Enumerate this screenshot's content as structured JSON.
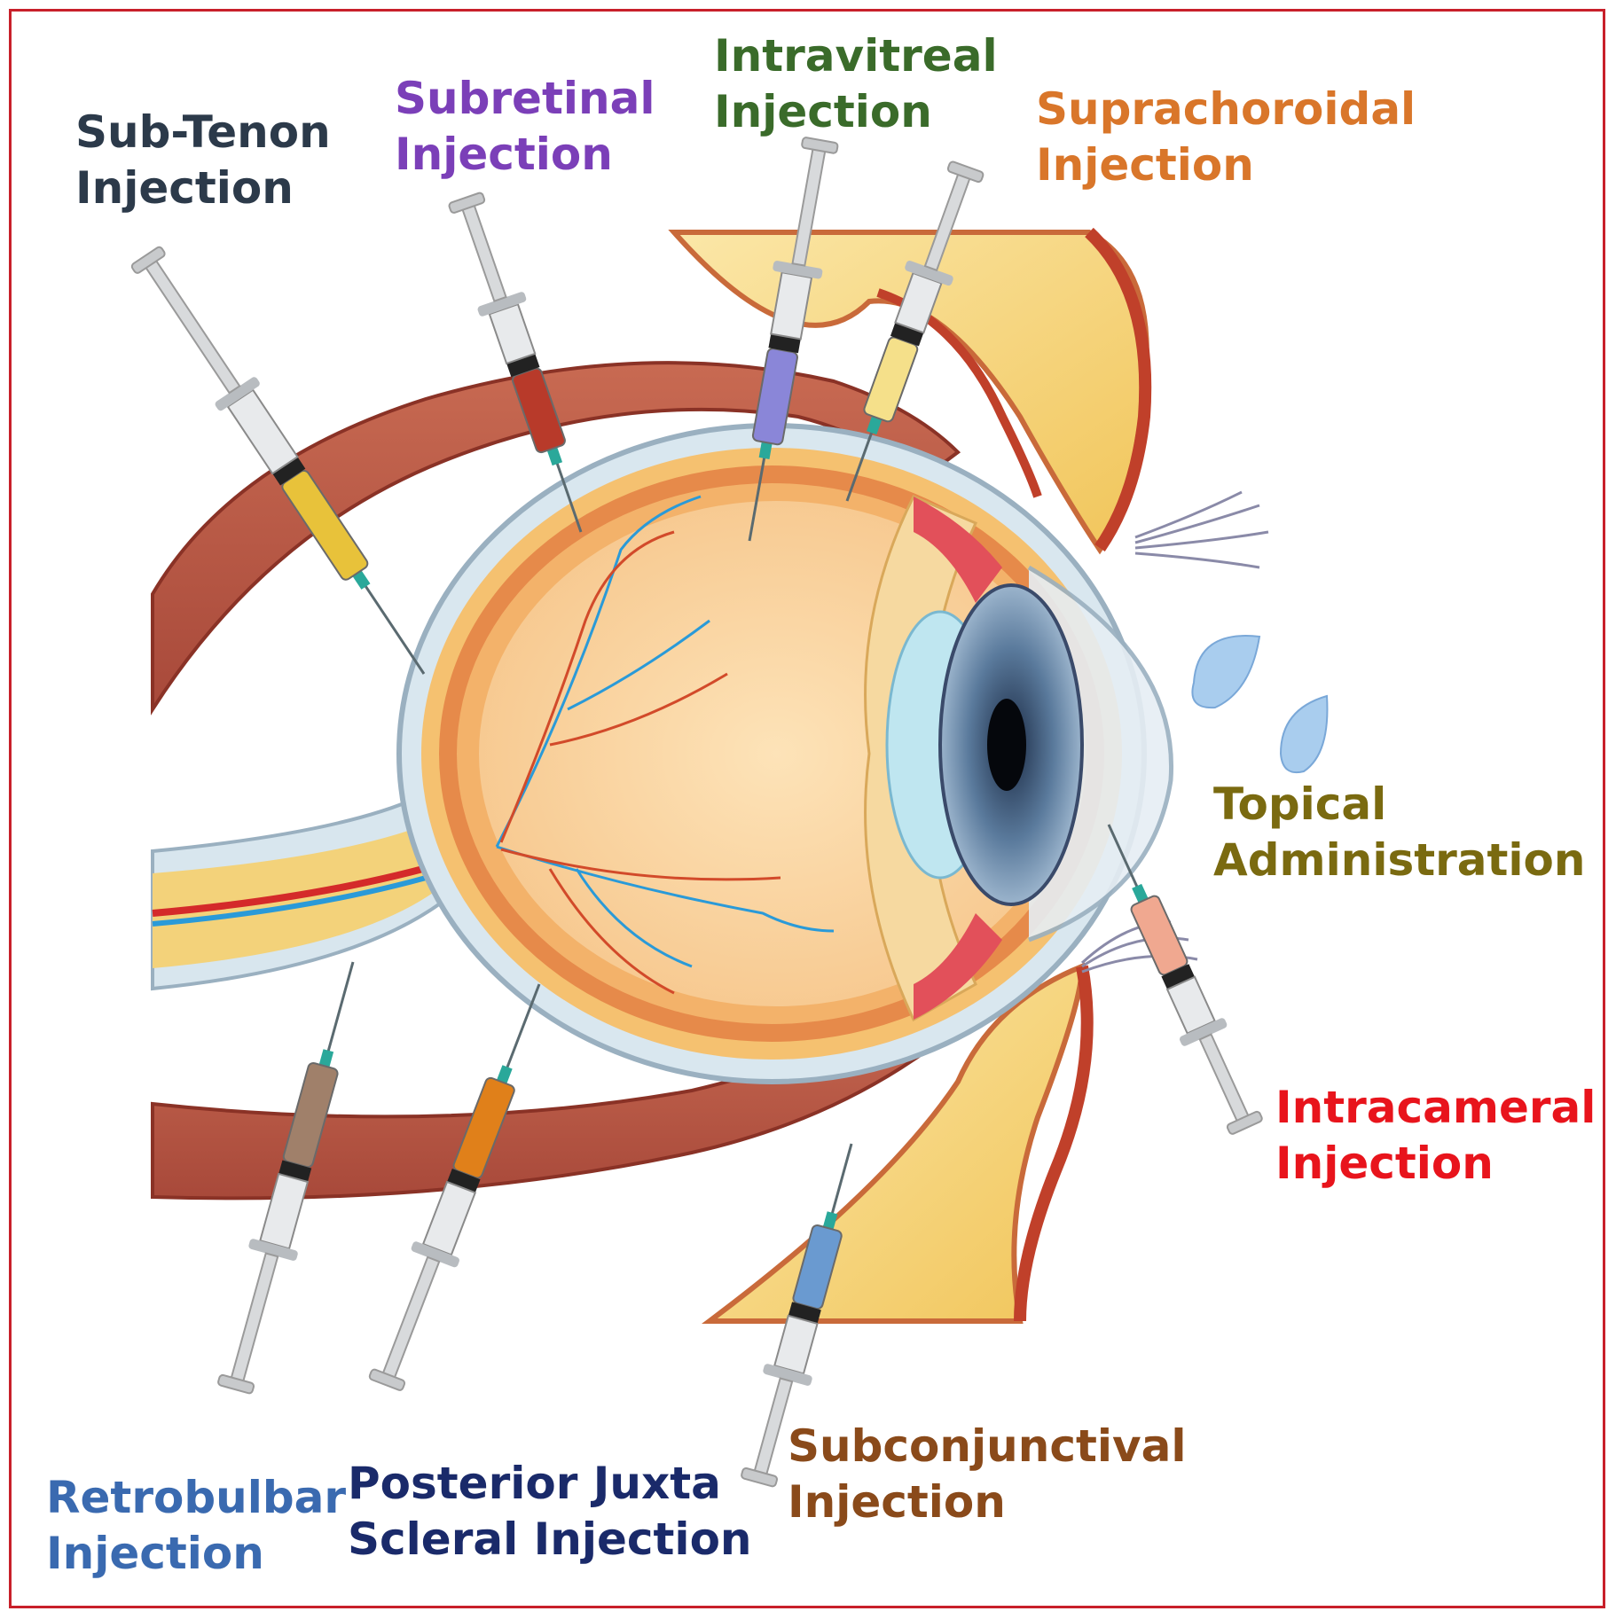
{
  "colors": {
    "border": "#c8202a",
    "sub_tenon": "#2c3a4a",
    "subretinal": "#7b3fb8",
    "intravitreal": "#3a6b2a",
    "suprachoroidal": "#d9762a",
    "topical": "#7a6a10",
    "intracameral": "#e8141c",
    "subconjunctival": "#8a4a1a",
    "posterior_juxta": "#1a2a6a",
    "retrobulbar": "#3a6ab0"
  },
  "labels": {
    "sub_tenon": [
      "Sub-Tenon",
      "Injection"
    ],
    "subretinal": [
      "Subretinal",
      "Injection"
    ],
    "intravitreal": [
      "Intravitreal",
      "Injection"
    ],
    "suprachoroidal": [
      "Suprachoroidal",
      "Injection"
    ],
    "topical": [
      "Topical",
      "Administration"
    ],
    "intracameral": [
      "Intracameral",
      "Injection"
    ],
    "subconjunctival": [
      "Subconjunctival",
      "Injection"
    ],
    "posterior_juxta": [
      "Posterior Juxta",
      "Scleral Injection"
    ],
    "retrobulbar": [
      "Retrobulbar",
      "Injection"
    ]
  },
  "syringe_colors": {
    "sub_tenon": "#e8c23a",
    "subretinal": "#b83a2a",
    "intravitreal": "#8a86d8",
    "suprachoroidal": "#f5e08a",
    "intracameral": "#f0a890",
    "subconjunctival": "#6a9ad0",
    "posterior_juxta": "#e0801a",
    "retrobulbar": "#a0806a"
  },
  "icons": {
    "eye": "eye-cross-section-icon",
    "drops": "eye-drop-icon"
  }
}
